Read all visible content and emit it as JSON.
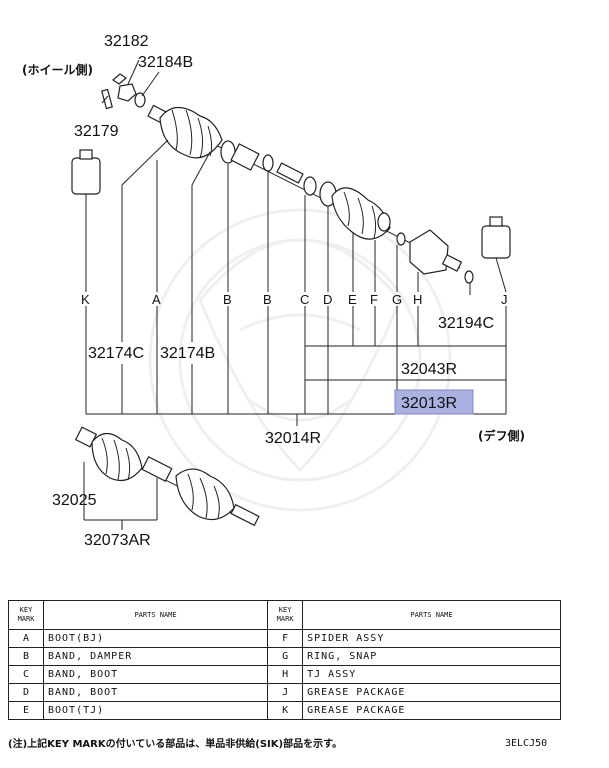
{
  "diagram": {
    "part_numbers": {
      "p32182": "32182",
      "p32184B": "32184B",
      "p32179": "32179",
      "p32174C": "32174C",
      "p32174B": "32174B",
      "p32194C": "32194C",
      "p32043R": "32043R",
      "p32013R": "32013R",
      "p32014R": "32014R",
      "p32025": "32025",
      "p32073AR": "32073AR"
    },
    "side_labels": {
      "wheel_side": "(ホイール側)",
      "diff_side": "(デフ側)"
    },
    "keys": [
      "K",
      "A",
      "B",
      "B",
      "C",
      "D",
      "E",
      "F",
      "G",
      "H",
      "J"
    ],
    "highlight_color": "#aab0e0"
  },
  "table": {
    "header": {
      "key_mark": "KEY MARK",
      "parts_name": "PARTS NAME"
    },
    "left": [
      {
        "key": "A",
        "name": "BOOT(BJ)"
      },
      {
        "key": "B",
        "name": "BAND, DAMPER"
      },
      {
        "key": "C",
        "name": "BAND, BOOT"
      },
      {
        "key": "D",
        "name": "BAND, BOOT"
      },
      {
        "key": "E",
        "name": "BOOT(TJ)"
      }
    ],
    "right": [
      {
        "key": "F",
        "name": "SPIDER ASSY"
      },
      {
        "key": "G",
        "name": "RING, SNAP"
      },
      {
        "key": "H",
        "name": "TJ ASSY"
      },
      {
        "key": "J",
        "name": "GREASE PACKAGE"
      },
      {
        "key": "K",
        "name": "GREASE PACKAGE"
      }
    ]
  },
  "note": "(注)上記KEY MARKの付いている部品は、単品非供給(SIK)部品を示す。",
  "diagram_code": "3ELCJ50"
}
